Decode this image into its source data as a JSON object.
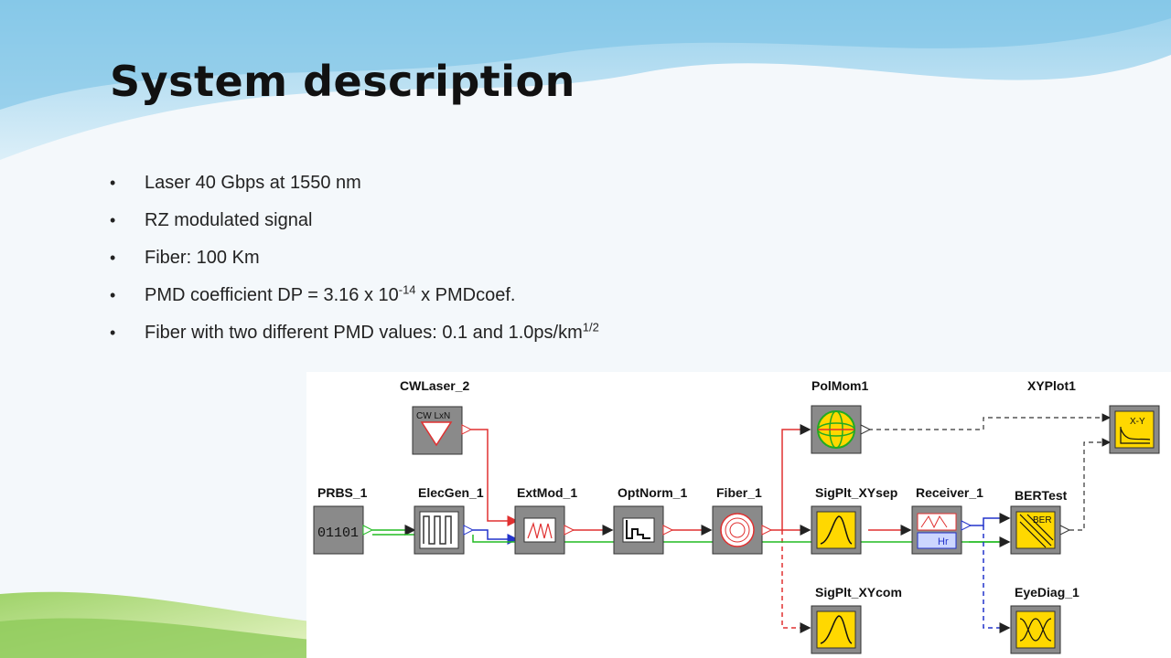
{
  "slide": {
    "title": "System description",
    "bullets": [
      {
        "text": "Laser 40 Gbps at 1550 nm"
      },
      {
        "text": "RZ modulated signal"
      },
      {
        "text": "Fiber: 100 Km"
      },
      {
        "text": "PMD coefficient DP =  3.16 x 10",
        "sup": "-14",
        "tail": " x PMDcoef."
      },
      {
        "text": "Fiber with two different PMD values: 0.1 and 1.0ps/km",
        "sup": "1/2",
        "tail": ""
      }
    ]
  },
  "diagram": {
    "blocks": [
      {
        "id": "cwlaser",
        "label": "CWLaser_2",
        "icon_text": "CW LxN"
      },
      {
        "id": "prbs",
        "label": "PRBS_1",
        "icon_text": "01101"
      },
      {
        "id": "elecgen",
        "label": "ElecGen_1"
      },
      {
        "id": "extmod",
        "label": "ExtMod_1"
      },
      {
        "id": "optnorm",
        "label": "OptNorm_1"
      },
      {
        "id": "fiber",
        "label": "Fiber_1"
      },
      {
        "id": "polmom",
        "label": "PolMom1"
      },
      {
        "id": "sigplt_xysep",
        "label": "SigPlt_XYsep"
      },
      {
        "id": "sigplt_xycom",
        "label": "SigPlt_XYcom"
      },
      {
        "id": "receiver",
        "label": "Receiver_1",
        "icon_text": "Hr"
      },
      {
        "id": "xyplot",
        "label": "XYPlot1",
        "icon_text": "X-Y"
      },
      {
        "id": "bertest",
        "label": "BERTest",
        "icon_text": "BER"
      },
      {
        "id": "eyediag",
        "label": "EyeDiag_1"
      }
    ],
    "colors": {
      "optical": "#e03030",
      "electrical": "#2233cc",
      "green": "#22bb22",
      "dashed": "#333333"
    }
  }
}
